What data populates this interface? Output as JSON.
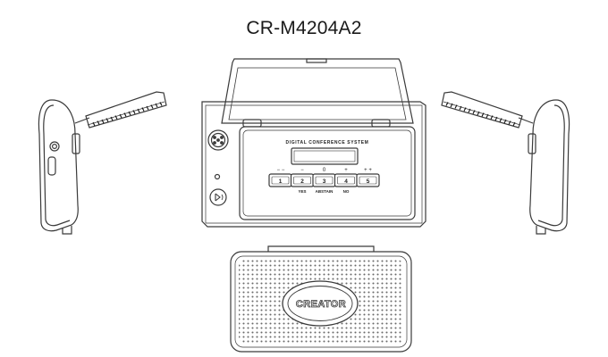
{
  "title": "CR-M4204A2",
  "front_view": {
    "panel_label": "DIGITAL CONFERENCE SYSTEM",
    "buttons": [
      {
        "number": "1",
        "top_mark": "− −",
        "bottom_label": ""
      },
      {
        "number": "2",
        "top_mark": "−",
        "bottom_label": "YES"
      },
      {
        "number": "3",
        "top_mark": "0",
        "bottom_label": "ABSTAIN"
      },
      {
        "number": "4",
        "top_mark": "+",
        "bottom_label": "NO"
      },
      {
        "number": "5",
        "top_mark": "+ +",
        "bottom_label": ""
      }
    ]
  },
  "bottom_view": {
    "logo_text": "CREATOR"
  },
  "colors": {
    "line": "#3a3a3a",
    "background": "#ffffff"
  }
}
